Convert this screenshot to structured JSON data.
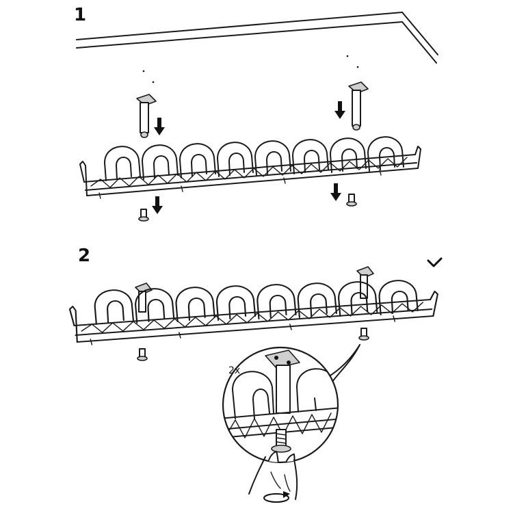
{
  "steps": [
    {
      "number": "1"
    },
    {
      "number": "2"
    }
  ],
  "detail": {
    "quantity_label": "2x"
  },
  "icons": {
    "arrow": "arrow-down-icon",
    "check": "checkmark-icon",
    "rotate": "rotate-clockwise-icon"
  },
  "colors": {
    "ink": "#1a1a1a",
    "paper": "#ffffff"
  }
}
